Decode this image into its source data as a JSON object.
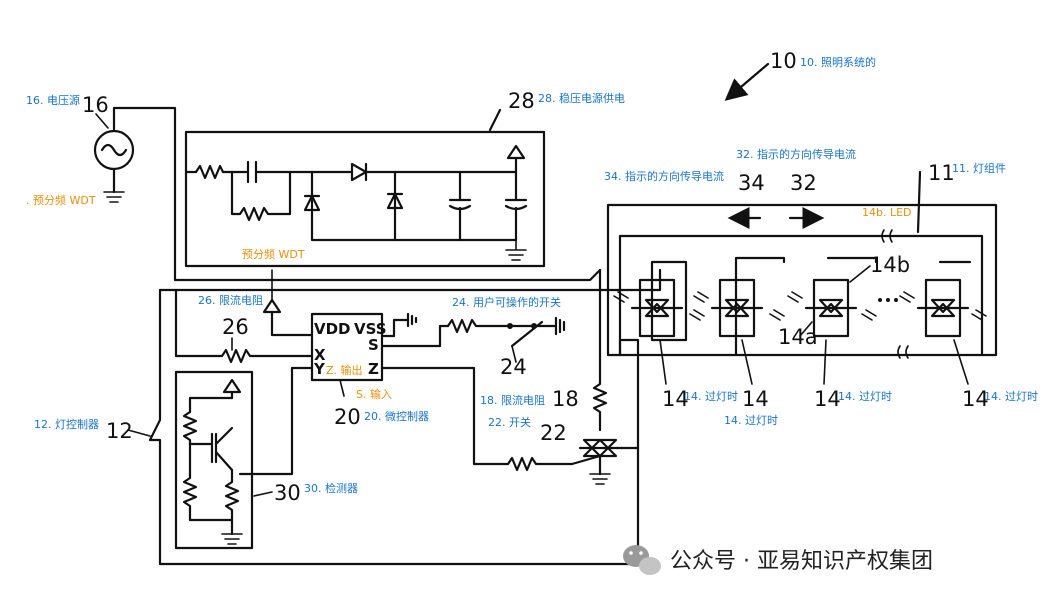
{
  "numbers": {
    "n10": "10",
    "n16": "16",
    "n28": "28",
    "n34": "34",
    "n32": "32",
    "n11": "11",
    "n14b": "14b",
    "n26": "26",
    "n24": "24",
    "n14a": "14a",
    "n18": "18",
    "n22": "22",
    "n20": "20",
    "n12": "12",
    "n30": "30",
    "n14_1": "14",
    "n14_2": "14",
    "n14_3": "14",
    "n14_4": "14"
  },
  "pins": {
    "vdd": "VDD",
    "vss": "VSS",
    "x": "X",
    "y": "Y",
    "s": "S",
    "z": "Z"
  },
  "annotations": {
    "a10": "10. 照明系统的",
    "a16": "16. 电压源",
    "a28": "28. 稳压电源供电",
    "a32": "32. 指示的方向传导电流",
    "a34": "34. 指示的方向传导电流",
    "a11": "11. 灯组件",
    "a14b": "14b. LED",
    "a_wdt1": ". 预分频 WDT",
    "a_wdt2": "预分频 WDT",
    "a26": "26. 限流电阻",
    "a24": "24. 用户可操作的开关",
    "a_z": "Z. 输出",
    "a_s": "S. 输入",
    "a20": "20. 微控制器",
    "a18": "18. 限流电阻",
    "a22": "22. 开关",
    "a12": "12. 灯控制器",
    "a30": "30. 检测器",
    "a14_1": "14. 过灯时",
    "a14_2": "14. 过灯时",
    "a14_3": "14. 过灯时",
    "a14_4": "14. 过灯时"
  },
  "annotation_colors": {
    "blue": "#1a73c8",
    "orange": "#e8900c"
  },
  "watermark": {
    "icon": "wechat-icon",
    "text": "公众号 · 亚易知识产权集团"
  }
}
